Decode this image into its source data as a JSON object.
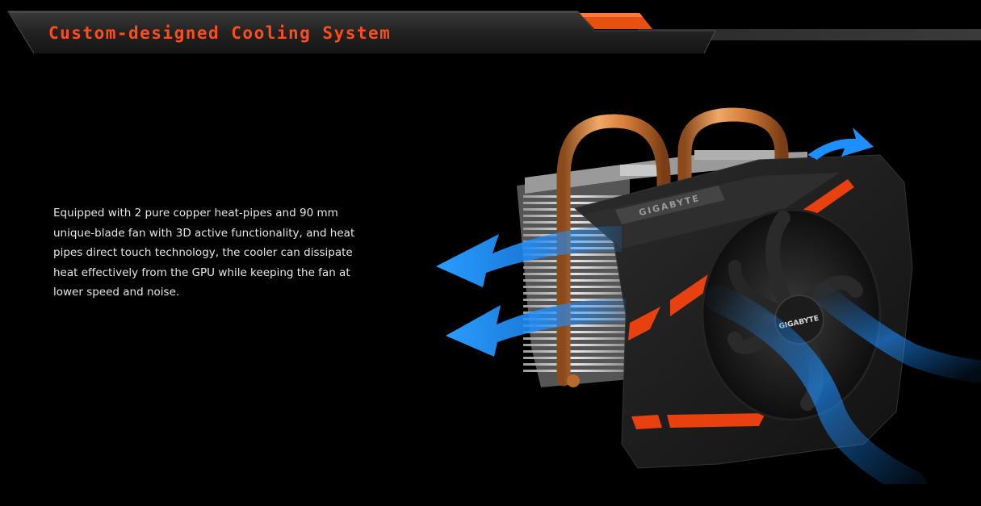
{
  "section": {
    "title": "Custom-designed Cooling System",
    "description": "Equipped with 2 pure copper heat-pipes and 90 mm unique-blade fan with 3D active functionality, and heat pipes direct touch technology, the cooler can dissipate heat effectively from the GPU while keeping the fan at lower speed and noise."
  },
  "product": {
    "shroud_logo": "GIGABYTE",
    "fan_hub_logo": "GIGABYTE"
  },
  "colors": {
    "background": "#000000",
    "accent": "#ff4d1a",
    "airflow": "#1e8fff",
    "copper": "#d9803c",
    "shroud": "#1a1a1a"
  }
}
